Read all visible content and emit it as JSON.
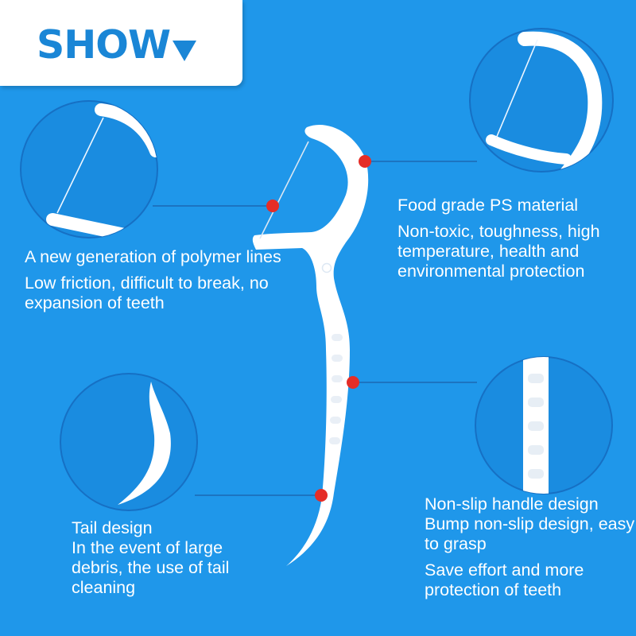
{
  "badge": {
    "label": "SHOW"
  },
  "colors": {
    "background": "#1f97ea",
    "badge_text": "#1a86d6",
    "marker": "#e52d27",
    "product": "#ffffff"
  },
  "callouts": {
    "polymer_lines": {
      "title": "A new generation of polymer lines",
      "detail": "Low friction, difficult to break, no expansion of teeth"
    },
    "material": {
      "title": "Food grade PS material",
      "detail": "Non-toxic, toughness, high temperature, health and environmental protection"
    },
    "tail": {
      "title": "Tail design",
      "detail": "In the event of large debris, the use of tail cleaning"
    },
    "handle": {
      "title": "Non-slip handle design",
      "detail": "Bump non-slip design, easy to grasp",
      "extra": "Save effort and more protection of teeth"
    }
  }
}
